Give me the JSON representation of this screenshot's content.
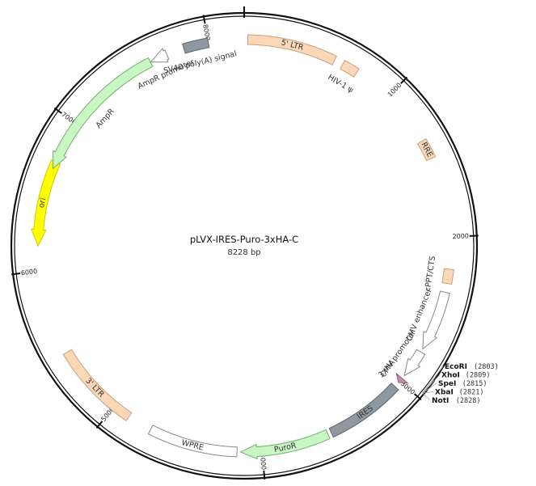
{
  "plasmid": {
    "name": "pLVX-IRES-Puro-3xHA-C",
    "size": "8228 bp"
  },
  "ticks": [
    {
      "angle": 44,
      "label": "1000"
    },
    {
      "angle": 87.5,
      "label": "2000"
    },
    {
      "angle": 131,
      "label": "3000"
    },
    {
      "angle": 175,
      "label": "4000"
    },
    {
      "angle": 219,
      "label": "5000"
    },
    {
      "angle": 263,
      "label": "6000"
    },
    {
      "angle": 306,
      "label": "7000"
    },
    {
      "angle": 350,
      "label": "8000"
    }
  ],
  "features": [
    {
      "name": "five-ltr",
      "label": "5' LTR",
      "from": 1,
      "to": 26,
      "color": "#f9d7b7",
      "stroke": "#c9a07c",
      "arrow": "none",
      "labelInside": true
    },
    {
      "name": "hiv1-psi",
      "label": "HIV-1 ψ",
      "from": 28.5,
      "to": 33,
      "color": "#f9d7b7",
      "stroke": "#c9a07c",
      "arrow": "none",
      "labelInside": false
    },
    {
      "name": "rre",
      "label": "RRE",
      "from": 59.5,
      "to": 65,
      "color": "#f9d7b7",
      "stroke": "#c9a07c",
      "arrow": "none",
      "labelInside": true
    },
    {
      "name": "cppt-cts",
      "label": "cPPT/CTS",
      "from": 96.5,
      "to": 100.5,
      "color": "#f9d7b7",
      "stroke": "#c9a07c",
      "arrow": "none",
      "labelInside": false
    },
    {
      "name": "cmv-enhancer",
      "label": "CMV enhancer",
      "from": 103,
      "to": 120,
      "color": "#ffffff",
      "stroke": "#888888",
      "arrow": "end",
      "labelInside": false
    },
    {
      "name": "cmv-promoter",
      "label": "CMV promoter",
      "from": 121,
      "to": 129,
      "color": "#ffffff",
      "stroke": "#888888",
      "arrow": "end",
      "labelInside": false
    },
    {
      "name": "three-xha",
      "label": "3xHA",
      "from": 130,
      "to": 131.5,
      "color": "#c38fa9",
      "stroke": "#8d5a73",
      "arrow": "end",
      "labelInside": false
    },
    {
      "name": "ires",
      "label": "IRES",
      "from": 133,
      "to": 155,
      "color": "#8f98a0",
      "stroke": "#5e666d",
      "arrow": "none",
      "labelInside": true
    },
    {
      "name": "puror",
      "label": "PuroR",
      "from": 156,
      "to": 181,
      "color": "#c9f7c3",
      "stroke": "#6fb067",
      "arrow": "end",
      "labelInside": true
    },
    {
      "name": "wpre",
      "label": "WPRE",
      "from": 182,
      "to": 207,
      "color": "#ffffff",
      "stroke": "#888888",
      "arrow": "none",
      "labelInside": true
    },
    {
      "name": "three-ltr",
      "label": "3' LTR",
      "from": 214,
      "to": 239,
      "color": "#f9d7b7",
      "stroke": "#c9a07c",
      "arrow": "none",
      "labelInside": true
    },
    {
      "name": "ori",
      "label": "ori",
      "from": 270,
      "to": 294,
      "color": "#ffff00",
      "stroke": "#c9c900",
      "arrow": "start",
      "labelInside": true
    },
    {
      "name": "ampr",
      "label": "AmpR",
      "from": 292,
      "to": 333,
      "color": "#c9f7c3",
      "stroke": "#6fb067",
      "arrow": "start",
      "labelInside": false
    },
    {
      "name": "ampr-promoter",
      "label": "AmpR promoter",
      "from": 333,
      "to": 338,
      "color": "#ffffff",
      "stroke": "#888888",
      "arrow": "start",
      "labelInside": false
    },
    {
      "name": "sv40-polya",
      "label": "SV40 poly(A) signal",
      "from": 343,
      "to": 350,
      "color": "#8f98a0",
      "stroke": "#5e666d",
      "arrow": "none",
      "labelInside": false
    }
  ],
  "sites": [
    {
      "name": "EcoRI",
      "pos": "(2803)"
    },
    {
      "name": "XhoI",
      "pos": "(2809)"
    },
    {
      "name": "SpeI",
      "pos": "(2815)"
    },
    {
      "name": "XbaI",
      "pos": "(2821)"
    },
    {
      "name": "NotI",
      "pos": "(2828)"
    }
  ]
}
